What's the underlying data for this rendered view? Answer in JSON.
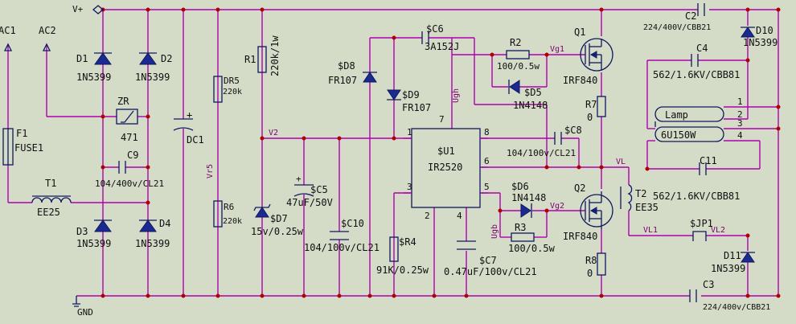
{
  "nets": {
    "vplus": "V+",
    "gnd": "GND",
    "ac1": "AC1",
    "ac2": "AC2",
    "v2": "V2",
    "vr5": "Vr5",
    "vg1": "Vg1",
    "vg2": "Vg2",
    "vl": "VL",
    "vl1": "VL1",
    "vl2": "VL2",
    "ugh": "Ugh",
    "ugb": "Ugb"
  },
  "components": {
    "D1": {
      "ref": "D1",
      "value": "1N5399"
    },
    "D2": {
      "ref": "D2",
      "value": "1N5399"
    },
    "D3": {
      "ref": "D3",
      "value": "1N5399"
    },
    "D4": {
      "ref": "D4",
      "value": "1N5399"
    },
    "ZR": {
      "ref": "ZR",
      "value": "471"
    },
    "C9": {
      "ref": "C9",
      "value": "104/400v/CL21"
    },
    "F1": {
      "ref": "F1",
      "value": "FUSE1"
    },
    "T1": {
      "ref": "T1",
      "value": "EE25"
    },
    "DC1": {
      "ref": "DC1"
    },
    "DR5": {
      "ref": "DR5",
      "value": "220k"
    },
    "R6": {
      "ref": "R6",
      "value": "220k"
    },
    "R1": {
      "ref": "R1",
      "value": "220k/1w"
    },
    "D7": {
      "ref": "$D7",
      "value": "15v/0.25w"
    },
    "C5": {
      "ref": "$C5",
      "value": "47uF/50V"
    },
    "C10": {
      "ref": "$C10",
      "value": "104/100v/CL21"
    },
    "D8": {
      "ref": "$D8",
      "value": "FR107"
    },
    "D9": {
      "ref": "$D9",
      "value": "FR107"
    },
    "C6": {
      "ref": "$C6",
      "value": "3A152J"
    },
    "U1": {
      "ref": "$U1",
      "value": "IR2520"
    },
    "R4": {
      "ref": "$R4",
      "value": "91K/0.25w"
    },
    "C7": {
      "ref": "$C7",
      "value": "0.47uF/100v/CL21"
    },
    "R2": {
      "ref": "R2",
      "value": "100/0.5w"
    },
    "D5": {
      "ref": "$D5",
      "value": "1N4148"
    },
    "C8": {
      "ref": "$C8",
      "value": "104/100v/CL21"
    },
    "D6": {
      "ref": "$D6",
      "value": "1N4148"
    },
    "R3": {
      "ref": "R3",
      "value": "100/0.5w"
    },
    "Q1": {
      "ref": "Q1",
      "value": "IRF840"
    },
    "Q2": {
      "ref": "Q2",
      "value": "IRF840"
    },
    "R7": {
      "ref": "R7",
      "value": "0"
    },
    "R8": {
      "ref": "R8",
      "value": "0"
    },
    "T2": {
      "ref": "T2",
      "value": "EE35"
    },
    "C2": {
      "ref": "C2",
      "value": "224/400V/CBB21"
    },
    "C3": {
      "ref": "C3",
      "value": "224/400v/CBB21"
    },
    "C4": {
      "ref": "C4",
      "value": "562/1.6KV/CBB81"
    },
    "C11": {
      "ref": "C11",
      "value": "562/1.6KV/CBB81"
    },
    "D10": {
      "ref": "D10",
      "value": "1N5399"
    },
    "D11": {
      "ref": "D11",
      "value": "1N5399"
    },
    "JP1": {
      "ref": "$JP1"
    },
    "Lamp": {
      "ref": "Lamp",
      "value": "6U150W"
    }
  },
  "u1_pins": [
    "1",
    "2",
    "3",
    "4",
    "5",
    "6",
    "7",
    "8"
  ],
  "lamp_pins": [
    "1",
    "2",
    "3",
    "4"
  ],
  "plus_mark": "+"
}
